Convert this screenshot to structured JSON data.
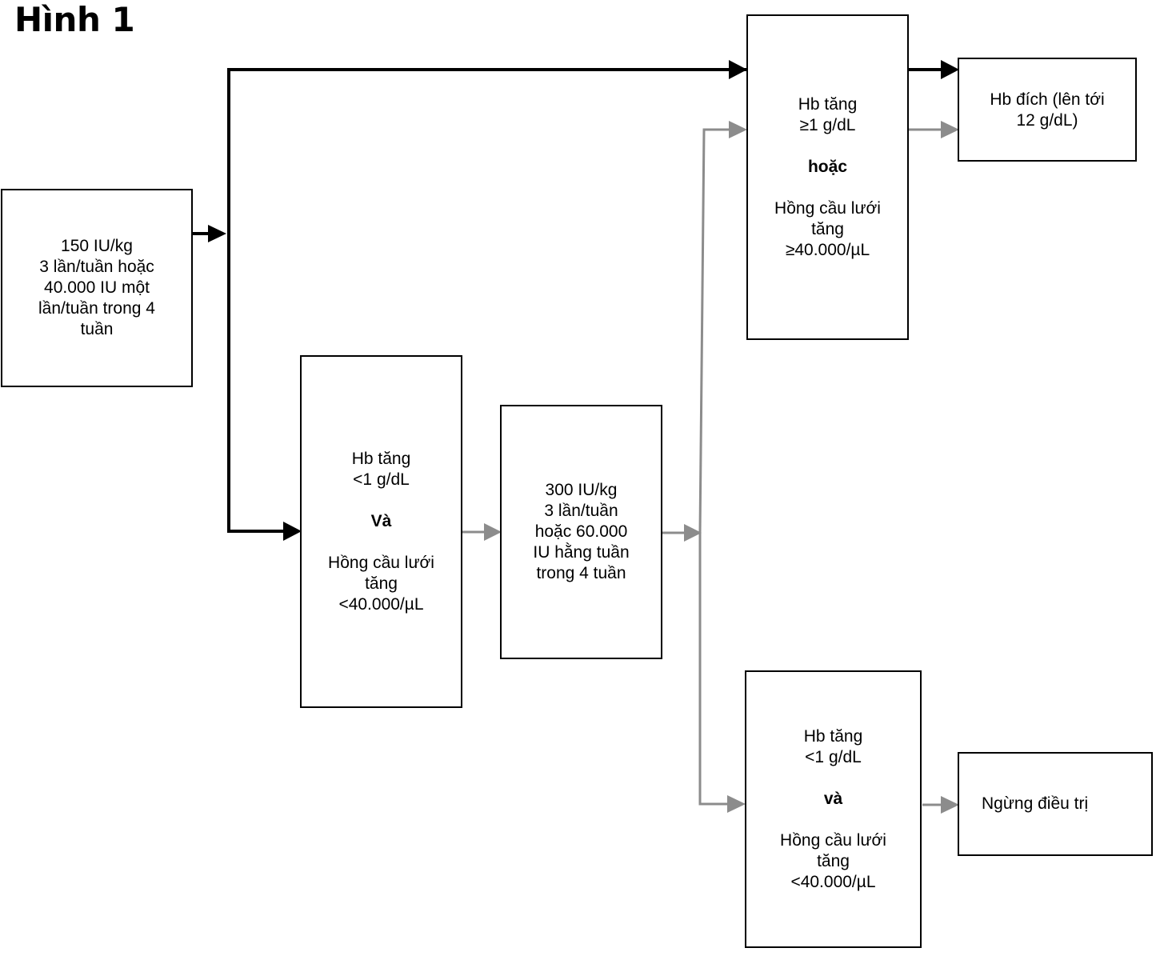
{
  "figure": {
    "title": "Hình 1"
  },
  "colors": {
    "primary_path": "#000000",
    "secondary_path": "#8c8c8c",
    "box_border": "#000000"
  },
  "nodes": {
    "start": {
      "lines": [
        "150 IU/kg",
        "3 lần/tuần hoặc",
        "40.000 IU một",
        "lần/tuần trong 4",
        "tuần"
      ]
    },
    "low_response_1": {
      "line1": "Hb tăng",
      "line2": "<1 g/dL",
      "connector": "Và",
      "line3": "Hồng cầu lưới",
      "line4": "tăng",
      "line5": "<40.000/µL"
    },
    "dose_increase": {
      "lines": [
        "300 IU/kg",
        "3 lần/tuần",
        "hoặc 60.000",
        "IU hằng tuần",
        "trong 4 tuần"
      ]
    },
    "response": {
      "line1": "Hb tăng",
      "line2": "≥1 g/dL",
      "connector": "hoặc",
      "line3": "Hồng cầu lưới",
      "line4": "tăng",
      "line5": "≥40.000/µL"
    },
    "target": {
      "lines": [
        "Hb đích (lên tới",
        "12 g/dL)"
      ]
    },
    "low_response_2": {
      "line1": "Hb tăng",
      "line2": "<1 g/dL",
      "connector": "và",
      "line3": "Hồng cầu lưới",
      "line4": "tăng",
      "line5": "<40.000/µL"
    },
    "stop": {
      "label": "Ngừng điều trị"
    }
  }
}
